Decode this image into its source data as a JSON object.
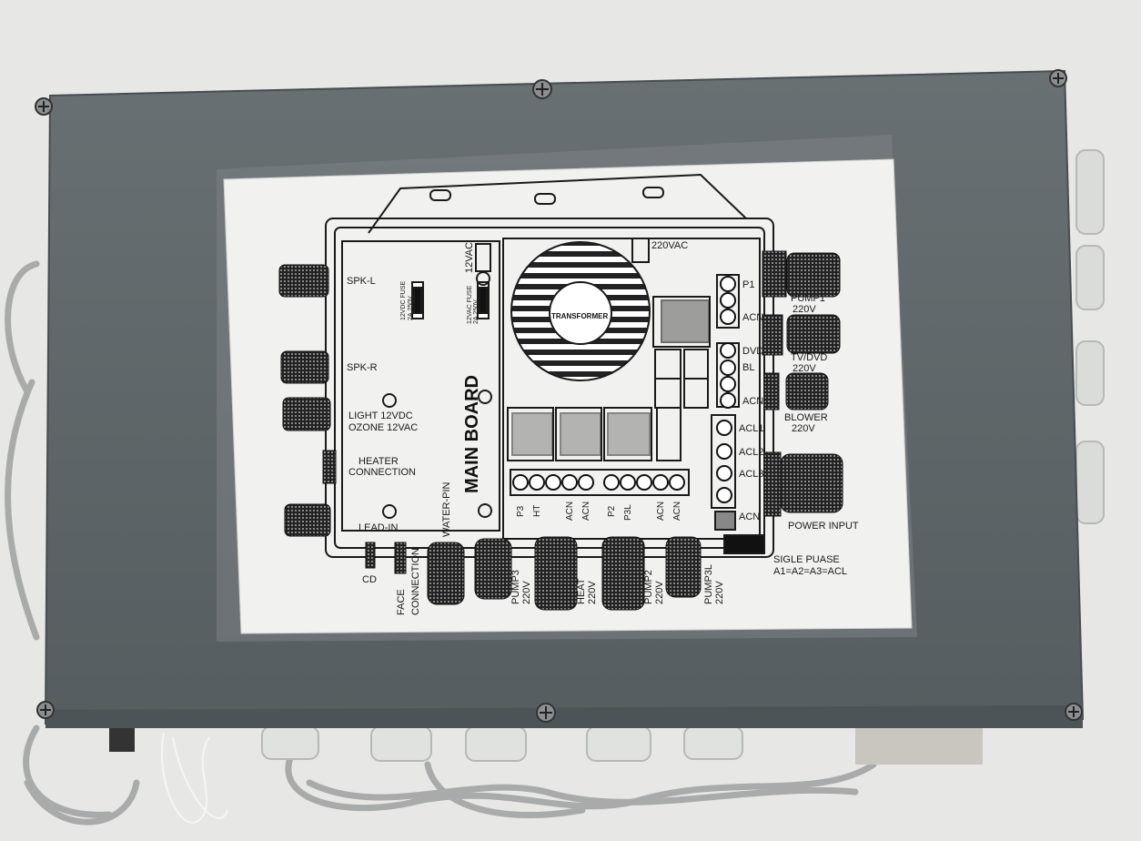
{
  "labels": {
    "spk_l": "SPK-L",
    "spk_r": "SPK-R",
    "light": "LIGHT 12VDC",
    "ozone": "OZONE 12VAC",
    "heater": "HEATER",
    "connection": "CONNECTION",
    "lead_in": "LEAD-IN",
    "cd": "CD",
    "face": "FACE",
    "connection2": "CONNECTION",
    "water_pin": "WATER-PIN",
    "main_board": "MAIN BOARD",
    "fuse1_a": "12VDC FUSE",
    "fuse1_b": "2A,250V",
    "fuse2_a": "12VAC FUSE",
    "fuse2_b": "2A,250V",
    "v12vac": "12VAC",
    "v220vac": "220VAC",
    "transformer": "TRANSFORMER",
    "p1": "P1",
    "acn1": "ACN",
    "dvd": "DVD",
    "bl": "BL",
    "acn2": "ACN",
    "acl1": "ACL1",
    "acl2": "ACL2",
    "acl3": "ACL3",
    "acn3": "ACN",
    "pump1_a": "PUMP1",
    "pump1_b": "220V",
    "tvdvd_a": "TV/DVD",
    "tvdvd_b": "220V",
    "blower_a": "BLOWER",
    "blower_b": "220V",
    "power_input": "POWER INPUT",
    "single_phase": "SIGLE PUASE",
    "a_eq": "A1=A2=A3=ACL",
    "pump3_a": "PUMP3",
    "pump3_b": "220V",
    "heat_a": "HEAT",
    "heat_b": "220V",
    "pump2_a": "PUMP2",
    "pump2_b": "220V",
    "pump3l_a": "PUMP3L",
    "pump3l_b": "220V",
    "term_p3": "P3",
    "term_ht": "HT",
    "term_acn_a": "ACN",
    "term_acn_b": "ACN",
    "term_p2": "P2",
    "term_p3l": "P3L",
    "term_acn_c": "ACN",
    "term_acn_d": "ACN"
  },
  "colors": {
    "background": "#e7e7e5",
    "box": "#5f6669",
    "sticker": "#f1f1ef",
    "ink": "#1a1a1a",
    "cable": "#a9abab",
    "gland": "#d9dcd9"
  }
}
